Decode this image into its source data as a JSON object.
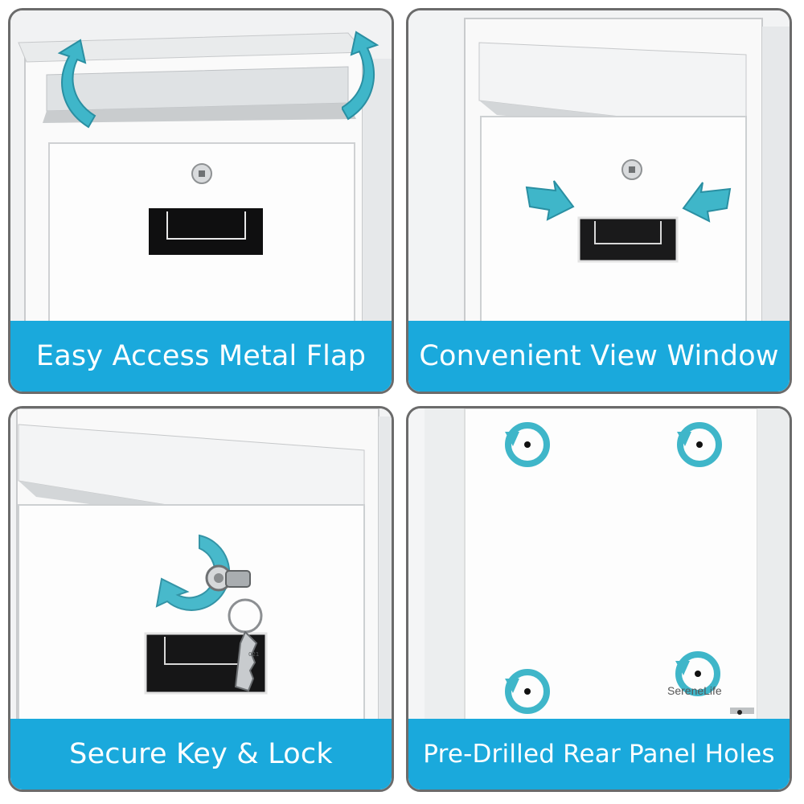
{
  "panels": [
    {
      "caption": "Easy Access Metal Flap",
      "icons": [
        "flip-up-arrow-icon-left",
        "flip-up-arrow-icon-right"
      ]
    },
    {
      "caption": "Convenient View Window",
      "icons": [
        "pointing-arrow-icon-left",
        "pointing-arrow-icon-right"
      ]
    },
    {
      "caption": "Secure Key & Lock",
      "icons": [
        "rotate-arrow-icon",
        "key-icon",
        "keyhole-lock-icon"
      ]
    },
    {
      "caption": "Pre-Drilled Rear Panel Holes",
      "icons": [
        "circular-arrow-hole-icon"
      ]
    }
  ],
  "brand": {
    "logo_text": "SereneLife"
  },
  "key": {
    "code": "021"
  },
  "colors": {
    "accent": "#1aa9dc",
    "arrow": "#3fb6c9",
    "border": "#6b6b6b"
  }
}
